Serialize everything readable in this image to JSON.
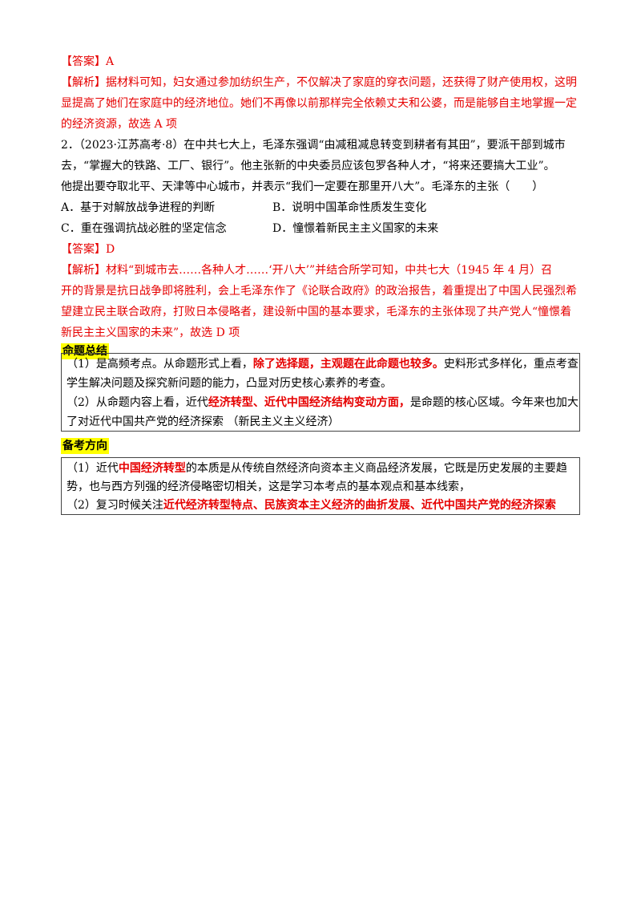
{
  "q1": {
    "answer": "【答案】A",
    "analysis": [
      "【解析】据材料可知，妇女通过参加纺织生产，不仅解决了家庭的穿衣问题，还获得了财产使用权，这明",
      "显提高了她们在家庭中的经济地位。她们不再像以前那样完全依赖丈夫和公婆，而是能够自主地掌握一定",
      "的经济资源，故选 A 项"
    ]
  },
  "q2": {
    "stem": [
      "2．（2023·江苏高考·8）在中共七大上，毛泽东强调“由减租减息转变到耕者有其田”，要派干部到城市",
      "去，“掌握大的铁路、工厂、银行”。他主张新的中央委员应该包罗各种人才，“将来还要搞大工业”。",
      "他提出要夺取北平、天津等中心城市，并表示“我们一定要在那里开八大”。毛泽东的主张（　　）"
    ],
    "options": {
      "A": "A．基于对解放战争进程的判断",
      "B": "B．说明中国革命性质发生变化",
      "C": "C．重在强调抗战必胜的坚定信念",
      "D": "D．憧憬着新民主主义国家的未来"
    },
    "answer": "【答案】D",
    "analysis": [
      "【解析】材料“到城市去……各种人才……‘开八大’”并结合所学可知，中共七大（1945 年 4 月）召",
      "开的背景是抗日战争即将胜利，会上毛泽东作了《论联合政府》的政治报告，着重提出了中国人民强烈希",
      "望建立民主联合政府，打败日本侵略者，建设新中国的基本要求，毛泽东的主张体现了共产党人“憧憬着",
      "新民主主义国家的未来”，故选 D 项"
    ]
  },
  "summary": {
    "heading": "命题总结",
    "l1a": "（1）是高频考点。从命题形式上看，",
    "l1b": "除了选择题，主观题在此命题也较多。",
    "l1c": "史料形式多样化，重点考查",
    "l2": "学生解决问题及探究新问题的能力，凸显对历史核心素养的考查。",
    "l3a": "（2）从命题内容上看，近代",
    "l3b": "经济转型、近代中国经济结构变动方面，",
    "l3c": "是命题的核心区域。今年来也加大",
    "l4": "了对近代中国共产党的经济探索 （新民主义主义经济）"
  },
  "direction": {
    "heading": "备考方向",
    "l1a": "（1）近代",
    "l1b": "中国经济转型",
    "l1c": "的本质是从传统自然经济向资本主义商品经济发展，它既是历史发展的主要趋",
    "l2": "势，也与西方列强的经济侵略密切相关，这是学习本考点的基本观点和基本线索，",
    "l3a": "（2）复习时候关注",
    "l3b": "近代经济转型特点、民族资本主义经济的曲折发展、近代中国共产党的经济探索"
  }
}
